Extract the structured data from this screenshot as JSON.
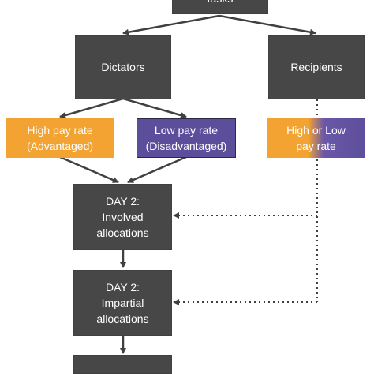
{
  "nodes": {
    "top": {
      "line1": "tasks"
    },
    "dictators": {
      "label": "Dictators"
    },
    "recipients": {
      "label": "Recipients"
    },
    "high_pay": {
      "line1": "High pay rate",
      "line2": "(Advantaged)"
    },
    "low_pay": {
      "line1": "Low pay rate",
      "line2": "(Disadvantaged)"
    },
    "high_or_low": {
      "line1": "High or Low",
      "line2": "pay rate"
    },
    "day2_involved": {
      "line1": "DAY 2:",
      "line2": "Involved",
      "line3": "allocations"
    },
    "day2_impartial": {
      "line1": "DAY 2:",
      "line2": "Impartial",
      "line3": "allocations"
    },
    "bottom": {}
  },
  "colors": {
    "box_dark": "#474747",
    "advantaged": "#f2a332",
    "disadvantaged": "#5d4e9b",
    "arrow": "#404040"
  }
}
